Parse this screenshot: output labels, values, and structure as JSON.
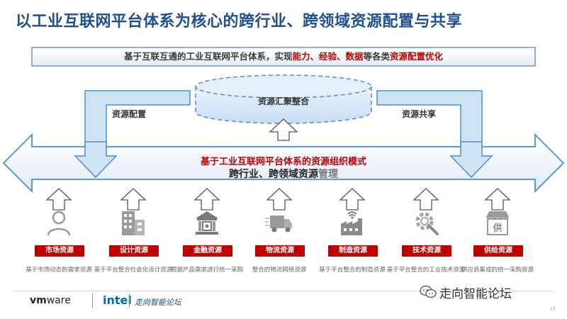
{
  "title": "以工业互联网平台体系为核心的跨行业、跨领域资源配置与共享",
  "subtitle": {
    "part1": "基于互联互通的工业互联网平台体系，实现",
    "highlight1": "能力、经验、数据",
    "part2": "等各类",
    "highlight2": "资源配置优化"
  },
  "hub_label": "资源汇聚整合",
  "left_label": "资源配置",
  "right_label": "资源共享",
  "center": {
    "line1": "基于工业互联网平台体系的资源组织模式",
    "line2_main": "跨行业、跨领域资源",
    "line2_tail": "管理"
  },
  "resources": [
    {
      "name": "市场资源",
      "desc": "基于市场动态的需求资源",
      "icon": "person-icon"
    },
    {
      "name": "设计资源",
      "desc": "基于平台整合社会化设计资源",
      "icon": "building-icon"
    },
    {
      "name": "金融资源",
      "desc": "根据产品需求进行统一采购",
      "icon": "bank-icon"
    },
    {
      "name": "物流资源",
      "desc": "整合的物流网络资源",
      "icon": "truck-icon"
    },
    {
      "name": "制造资源",
      "desc": "基于平台整合的制造资源",
      "icon": "factory-icon"
    },
    {
      "name": "技术资源",
      "desc": "基于平台整合的工业技术资源",
      "icon": "gear-wrench-icon"
    },
    {
      "name": "供给资源",
      "desc": "供应商集成的统一采购资源",
      "icon": "shop-icon"
    }
  ],
  "shop_icon_text": "供",
  "footer": {
    "vmware_bold": "vm",
    "vmware_rest": "ware",
    "intel": "intel",
    "forum": "走向智能论坛",
    "wechat": "走向智能论坛",
    "page": "13"
  },
  "colors": {
    "title": "#1f4f8f",
    "accent_red": "#c00000",
    "arrow_fill": "#cfe3f7",
    "arrow_stroke": "#4a8fd0"
  }
}
